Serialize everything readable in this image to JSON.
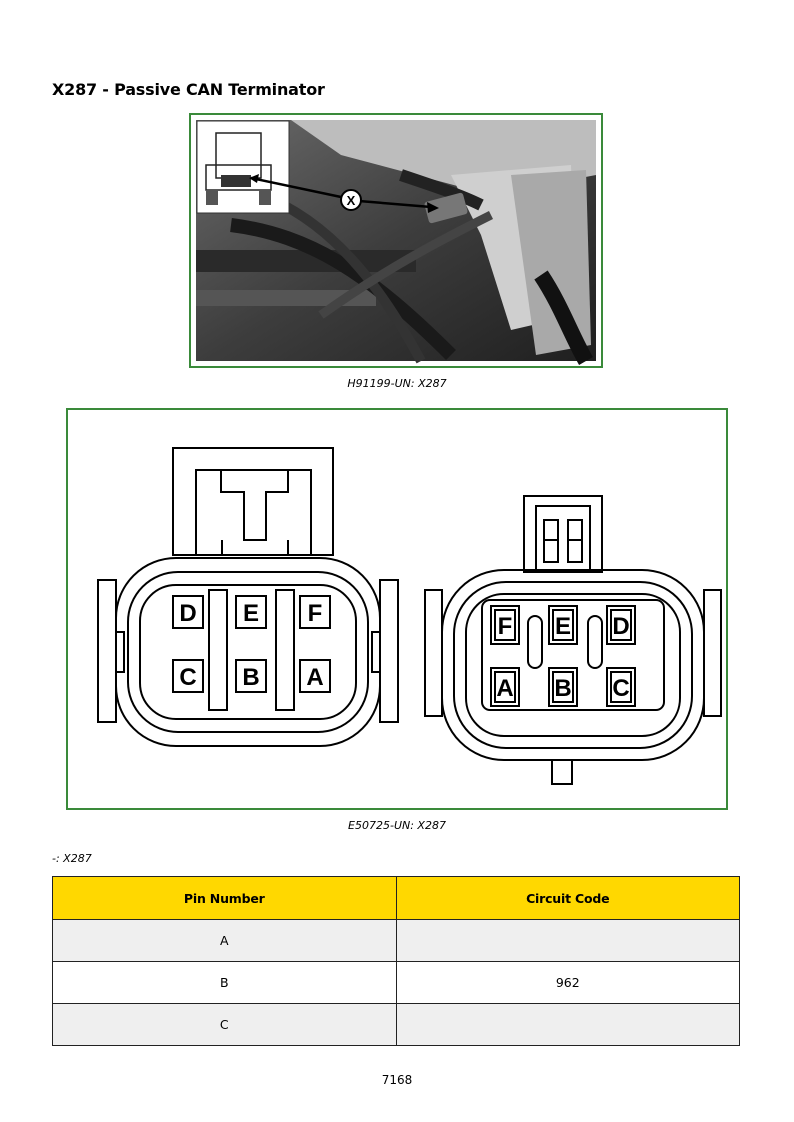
{
  "page": {
    "title": "X287 - Passive CAN Terminator",
    "photo_caption": "H91199-UN: X287",
    "diagram_caption": "E50725-UN: X287",
    "legend": "-: X287",
    "page_number": "7168"
  },
  "photo": {
    "callout": "X"
  },
  "connector_left": {
    "top_row": [
      "D",
      "E",
      "F"
    ],
    "bottom_row": [
      "C",
      "B",
      "A"
    ]
  },
  "connector_right": {
    "top_row": [
      "F",
      "E",
      "D"
    ],
    "bottom_row": [
      "A",
      "B",
      "C"
    ]
  },
  "table": {
    "headers": [
      "Pin Number",
      "Circuit Code"
    ],
    "rows": [
      {
        "pin": "A",
        "code": ""
      },
      {
        "pin": "B",
        "code": "962"
      },
      {
        "pin": "C",
        "code": ""
      }
    ]
  },
  "colors": {
    "frame_green": "#3a8a3a",
    "header_yellow": "#ffd800"
  }
}
